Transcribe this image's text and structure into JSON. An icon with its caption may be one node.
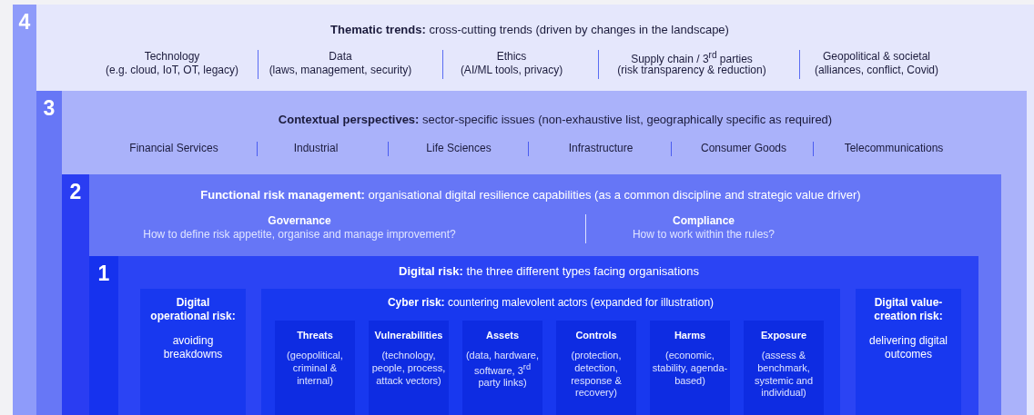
{
  "diagram": {
    "nodes": [
      {
        "text": [
          "4",
          "**Thematic trends:** cross-cutting trends (driven by changes in the landscape)",
          "Technology",
          "(e.g. cloud, IoT, OT, legacy)",
          "Data",
          "(laws, management, security)",
          "Ethics",
          "(AI/ML tools, privacy)",
          "Supply chain / 3$^{rd}$ parties",
          "(risk transparency & reduction)",
          "Geopolitical & societal",
          "(alliances, conflict, Covid)"
        ]
      },
      {
        "text": [
          "3",
          "**Contextual perspectives:** sector-specific issues (non-exhaustive list, geographically specific as required)",
          "Financial Services",
          "Industrial",
          "Life Sciences",
          "Infrastructure",
          "Consumer Goods",
          "Telecommunications"
        ],
        "in": 0
      },
      {
        "text": [
          "2",
          "**Functional risk management:** organisational digital resilience capabilities (as a common discipline and strategic value driver)",
          "Governance",
          "How to define risk appetite, organise and manage improvement?",
          "Compliance",
          "How to work within the rules?"
        ],
        "in": 1
      },
      {
        "text": [
          "1",
          "**Digital risk:** the three different types facing organisations"
        ],
        "in": 2
      },
      {
        "text": [
          "Digital operational risk:",
          "avoiding breakdowns"
        ],
        "in": 3
      },
      {
        "text": [
          "**Cyber risk:** countering malevolent actors (expanded for illustration)"
        ],
        "in": 3
      },
      {
        "text": [
          "Threats",
          "(geopolitical, criminal & internal)"
        ],
        "in": 5
      },
      {
        "text": [
          "Vulnerabilities",
          "(technology, people, process, attack vectors)"
        ],
        "in": 5
      },
      {
        "text": [
          "Assets",
          "(data, hardware, software, 3$^{rd}$ party links)"
        ],
        "in": 5
      },
      {
        "text": [
          "Controls",
          "(protection, detection, response & recovery)"
        ],
        "in": 5
      },
      {
        "text": [
          "Harms",
          "(economic, stability, agenda-based)"
        ],
        "in": 5
      },
      {
        "text": [
          "Exposure",
          "(assess & benchmark, systemic and individual)"
        ],
        "in": 5
      },
      {
        "text": [
          "Digital value-creation risk:",
          "delivering digital outcomes"
        ],
        "in": 3
      }
    ]
  }
}
